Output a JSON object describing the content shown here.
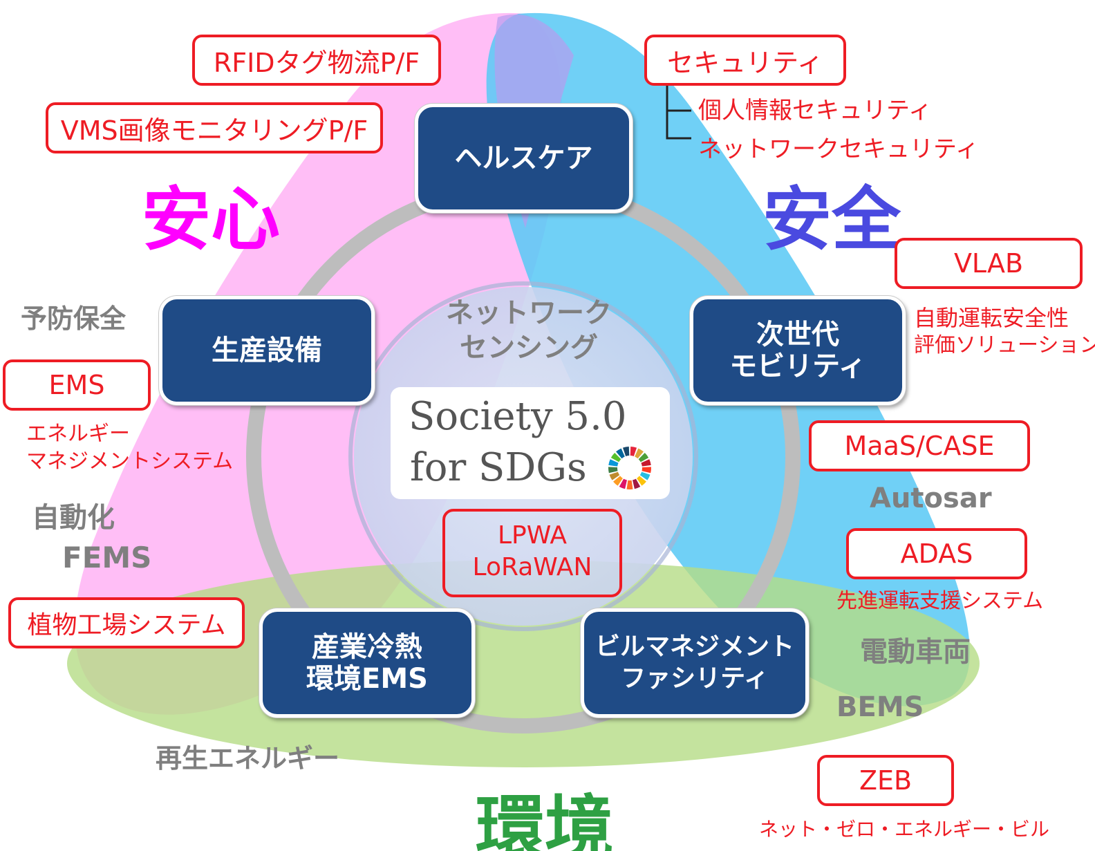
{
  "pillars": {
    "anshin": {
      "label": "安心",
      "color": "#ff00ff"
    },
    "anzen": {
      "label": "安全",
      "color": "#4a4ae0"
    },
    "kankyo": {
      "label": "環境",
      "color": "#2ea043"
    }
  },
  "center": {
    "category": "ネットワーク\nセンシング",
    "logo_line1": "Society 5.0",
    "logo_line2": "for SDGs",
    "lpwa": "LPWA",
    "lorawan": "LoRaWAN"
  },
  "domains": {
    "healthcare": "ヘルスケア",
    "production": "生産設備",
    "mobility": "次世代\nモビリティ",
    "refrigeration": "産業冷熱\n環境EMS",
    "building": "ビルマネジメント\nファシリティ"
  },
  "products": {
    "rfid": "RFIDタグ物流P/F",
    "vms": "VMS画像モニタリングP/F",
    "security": "セキュリティ",
    "security_sub1": "個人情報セキュリティ",
    "security_sub2": "ネットワークセキュリティ",
    "vlab": "VLAB",
    "vlab_desc1": "自動運転安全性",
    "vlab_desc2": "評価ソリューション",
    "maas": "MaaS/CASE",
    "adas": "ADAS",
    "adas_desc": "先進運転支援システム",
    "ems": "EMS",
    "ems_desc1": "エネルギー",
    "ems_desc2": "マネジメントシステム",
    "plant": "植物工場システム",
    "zeb": "ZEB",
    "zeb_desc": "ネット・ゼロ・エネルギー・ビル"
  },
  "keywords": {
    "yobo": "予防保全",
    "jido": "自動化",
    "fems": "FEMS",
    "autosar": "Autosar",
    "ev": "電動車両",
    "bems": "BEMS",
    "renewable": "再生エネルギー"
  },
  "colors": {
    "node_fill": "#1f4b86",
    "tag_red": "#ee1c24",
    "keyword_gray": "#7f7f7f",
    "pink_lobe": "#ffb3f5",
    "blue_lobe": "#5ccaf5",
    "green_ellipse": "#b5dc86",
    "ring_gray": "#bdbdbd"
  }
}
